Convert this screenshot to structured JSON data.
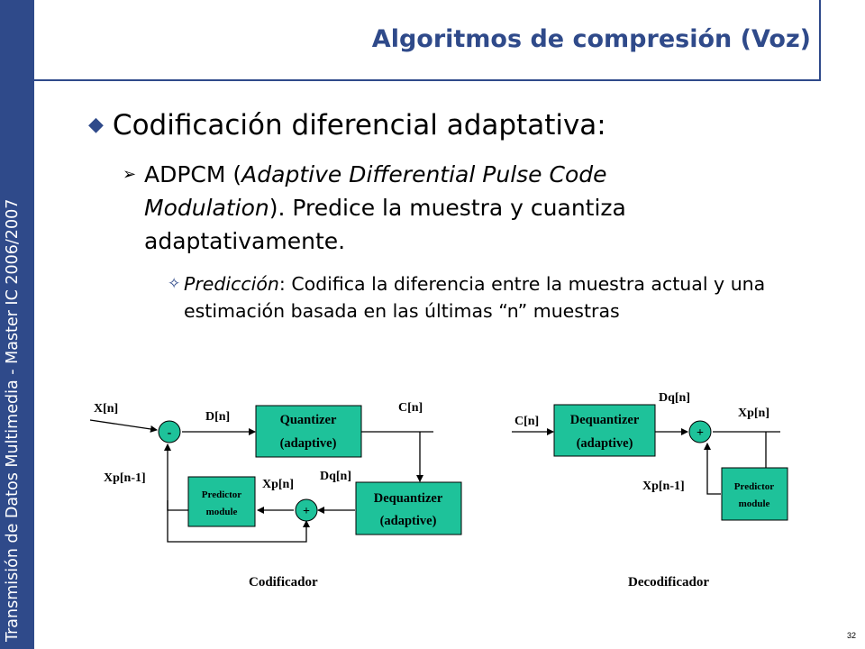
{
  "sidebar": {
    "text": "Transmisión de Datos Multimedia - Master IC 2006/2007"
  },
  "header": {
    "title": "Algoritmos de compresión (Voz)"
  },
  "content": {
    "bullet1": "Codificación diferencial adaptativa:",
    "bullet2": {
      "prefix": "ADPCM (",
      "italic": "Adaptive Differential Pulse Code Modulation",
      "suffix": "). Predice la muestra y cuantiza adaptativamente."
    },
    "bullet3": {
      "italic": "Predicción",
      "text": ": Codifica la diferencia entre la muestra actual y una estimación basada en las últimas “n” muestras"
    }
  },
  "diagram": {
    "encoder": {
      "caption": "Codificador",
      "x_label": "X[n]",
      "d_label": "D[n]",
      "c_label": "C[n]",
      "xp1_label": "Xp[n-1]",
      "xp_label": "Xp[n]",
      "dq_label": "Dq[n]",
      "subtractor": "-",
      "adder": "+",
      "quantizer": [
        "Quantizer",
        "(adaptive)"
      ],
      "dequantizer": [
        "Dequantizer",
        "(adaptive)"
      ],
      "predictor": [
        "Predictor",
        "module"
      ]
    },
    "decoder": {
      "caption": "Decodificador",
      "c_label": "C[n]",
      "dq_label": "Dq[n]",
      "xp_label": "Xp[n]",
      "xp1_label": "Xp[n-1]",
      "adder": "+",
      "dequantizer": [
        "Dequantizer",
        "(adaptive)"
      ],
      "predictor": [
        "Predictor",
        "module"
      ]
    },
    "block_color": "#1ec29a"
  },
  "footer": {
    "page_number": "32"
  }
}
